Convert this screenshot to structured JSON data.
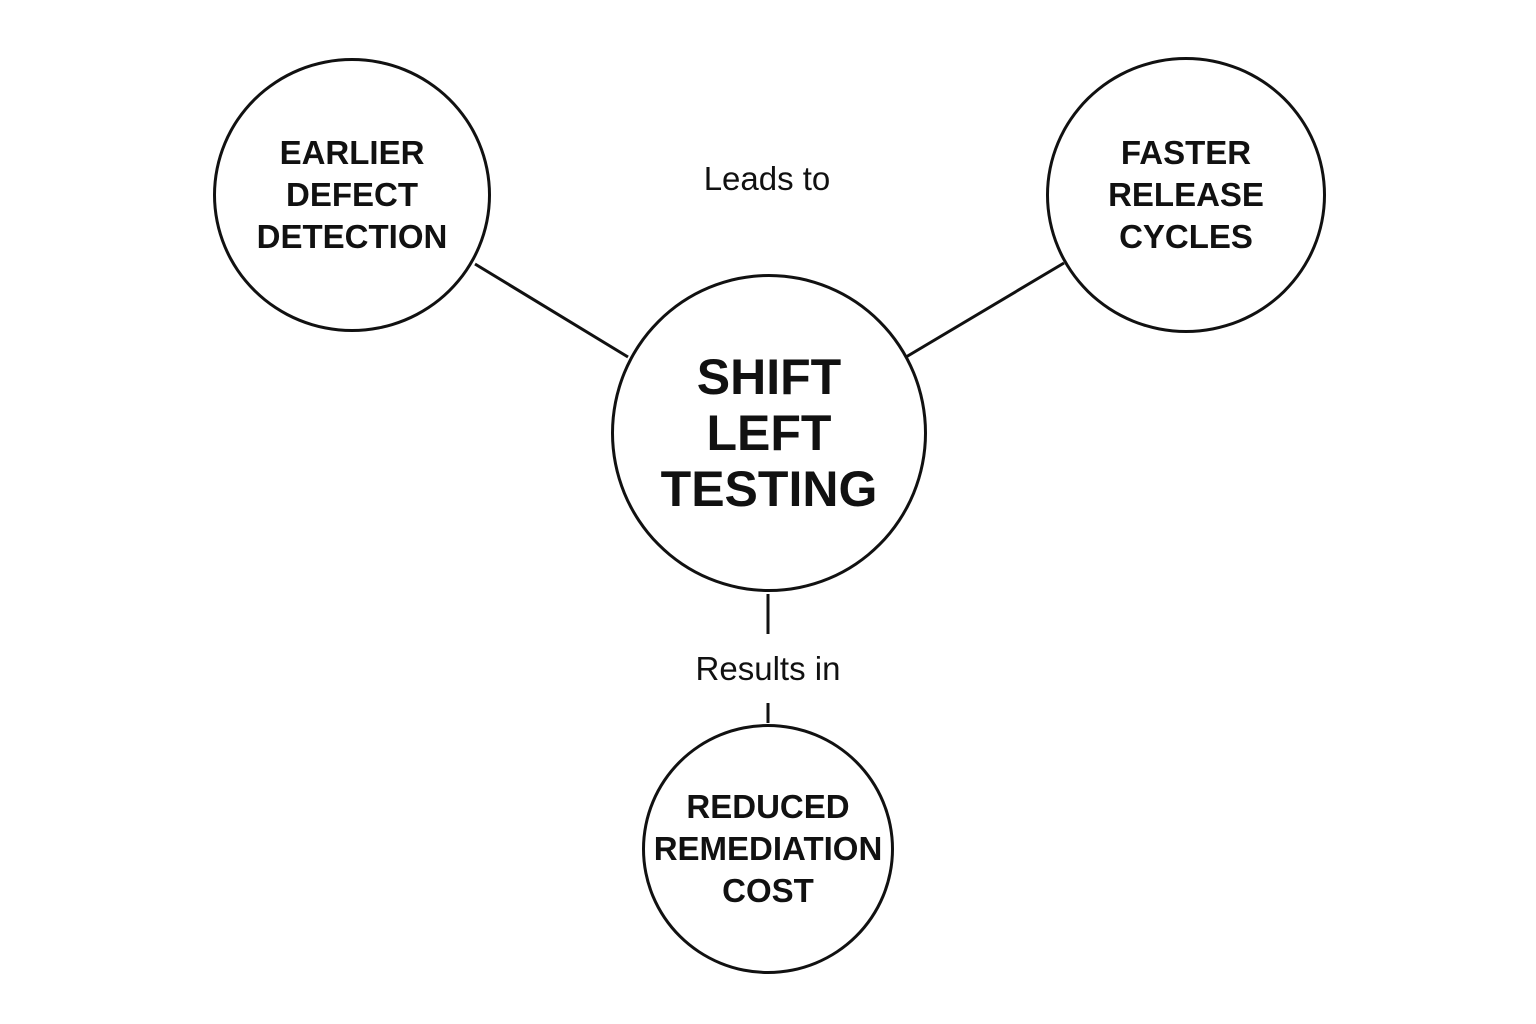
{
  "diagram": {
    "nodes": {
      "earlier": {
        "label": "EARLIER\nDEFECT\nDETECTION"
      },
      "faster": {
        "label": "FASTER\nRELEASE\nCYCLES"
      },
      "center": {
        "label": "SHIFT\nLEFT\nTESTING"
      },
      "reduced": {
        "label": "REDUCED\nREMEDIATION\nCOST"
      }
    },
    "edge_labels": {
      "leads_to": "Leads to",
      "results_in": "Results in"
    },
    "colors": {
      "stroke": "#111111",
      "background": "#ffffff"
    }
  }
}
